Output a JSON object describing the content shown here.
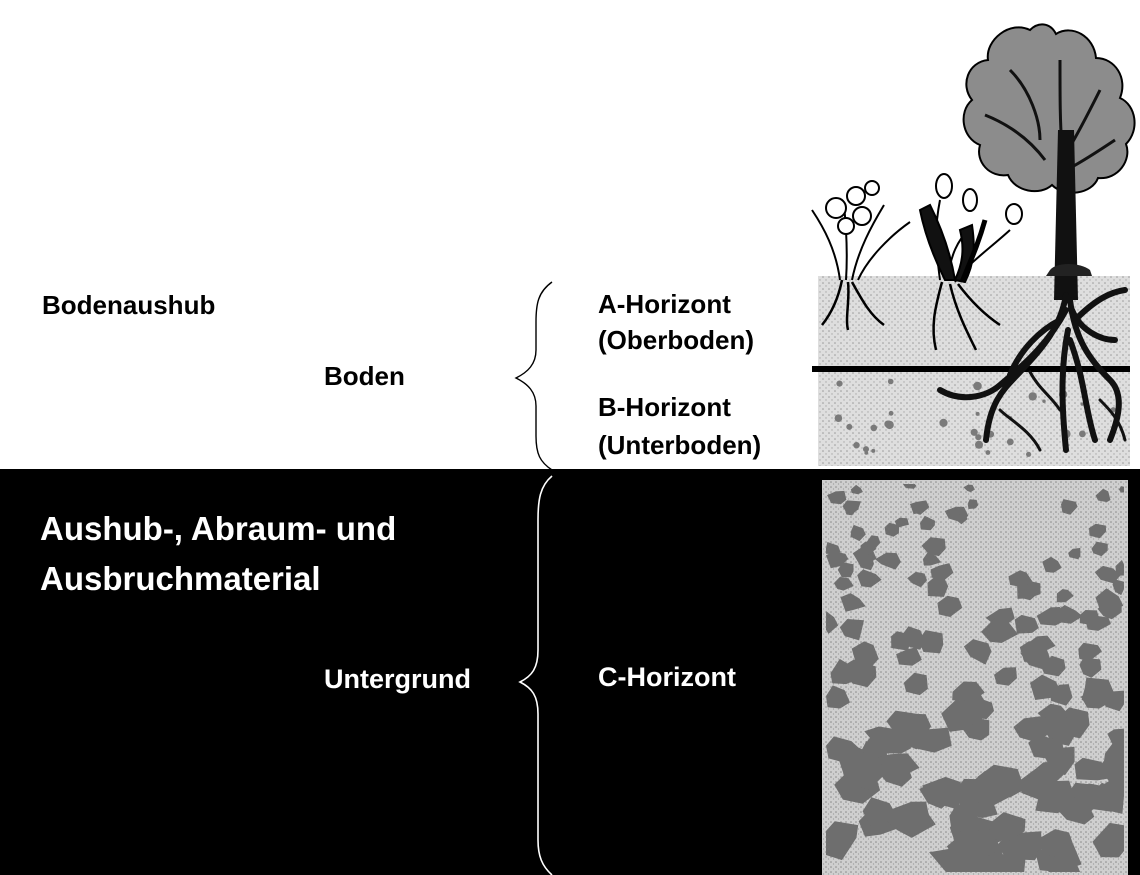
{
  "labels": {
    "bodenaushub": "Bodenaushub",
    "boden": "Boden",
    "a_horizont_line1": "A-Horizont",
    "a_horizont_line2": "(Oberboden)",
    "b_horizont_line1": "B-Horizont",
    "b_horizont_line2": "(Unterboden)",
    "aushub_line1": "Aushub-, Abraum- und",
    "aushub_line2": "Ausbruchmaterial",
    "untergrund": "Untergrund",
    "c_horizont": "C-Horizont"
  },
  "colors": {
    "background": "#ffffff",
    "lower_band": "#000000",
    "text_dark": "#000000",
    "text_light": "#ffffff",
    "topsoil": "#dcdcdc",
    "subsoil": "#d3d3d3",
    "bedrock": "#c8c8c8",
    "stones": "#6e6e6e",
    "canopy": "#8c8c8c"
  },
  "icons": {
    "tree": "deciduous-tree-icon",
    "plants": "flower-plants-icon",
    "brace_upper": "curly-brace-icon",
    "brace_lower": "curly-brace-icon"
  }
}
